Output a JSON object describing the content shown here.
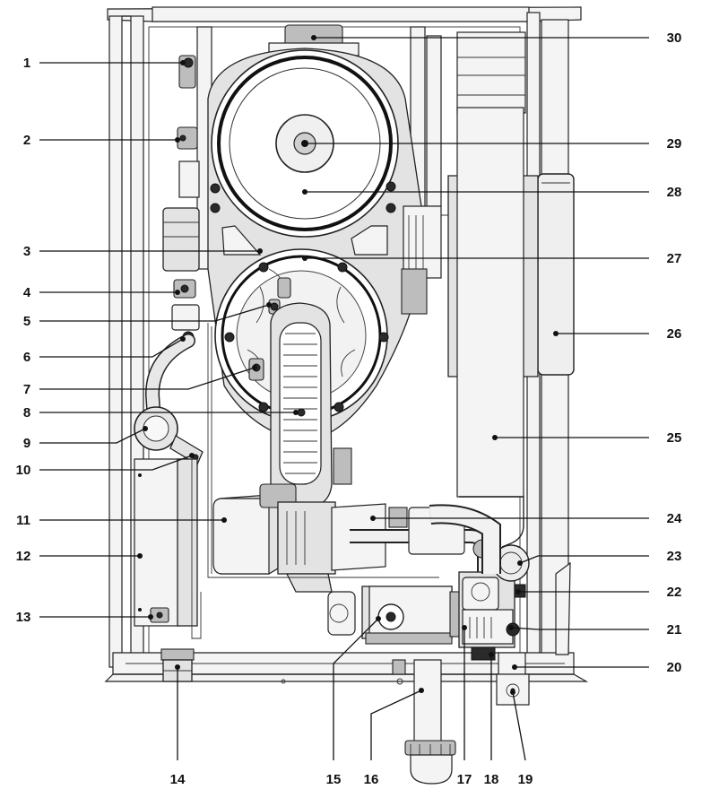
{
  "figure": {
    "callouts": [
      {
        "number": "1"
      },
      {
        "number": "2"
      },
      {
        "number": "3"
      },
      {
        "number": "4"
      },
      {
        "number": "5"
      },
      {
        "number": "6"
      },
      {
        "number": "7"
      },
      {
        "number": "8"
      },
      {
        "number": "9"
      },
      {
        "number": "10"
      },
      {
        "number": "11"
      },
      {
        "number": "12"
      },
      {
        "number": "13"
      },
      {
        "number": "14"
      },
      {
        "number": "15"
      },
      {
        "number": "16"
      },
      {
        "number": "17"
      },
      {
        "number": "18"
      },
      {
        "number": "19"
      },
      {
        "number": "20"
      },
      {
        "number": "21"
      },
      {
        "number": "22"
      },
      {
        "number": "23"
      },
      {
        "number": "24"
      },
      {
        "number": "25"
      },
      {
        "number": "26"
      },
      {
        "number": "27"
      },
      {
        "number": "28"
      },
      {
        "number": "29"
      },
      {
        "number": "30"
      }
    ]
  }
}
